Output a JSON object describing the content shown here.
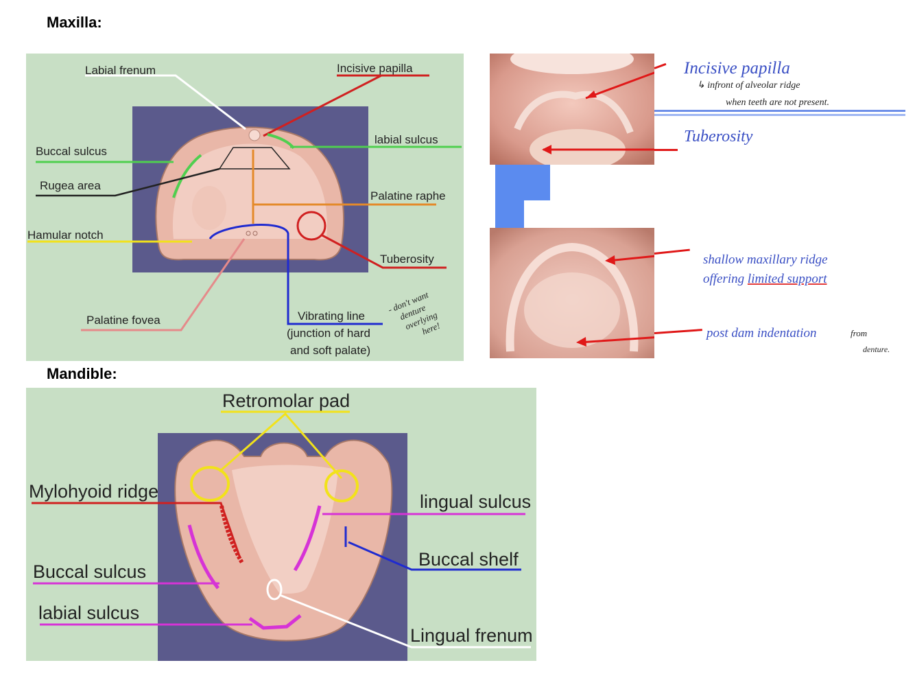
{
  "headings": {
    "maxilla": "Maxilla:",
    "mandible": "Mandible:"
  },
  "maxilla": {
    "labels": {
      "labial_frenum": "Labial frenum",
      "incisive_papilla": "Incisive papilla",
      "buccal_sulcus": "Buccal sulcus",
      "labial_sulcus": "labial  sulcus",
      "rugea_area": "Rugea area",
      "palatine_raphe": "Palatine raphe",
      "hamular_notch": "Hamular notch",
      "tuberosity": "Tuberosity",
      "palatine_fovea": "Palatine fovea",
      "vibrating_line": "Vibrating line",
      "vibrating_line_sub1": "(junction of hard",
      "vibrating_line_sub2": "and soft palate)"
    },
    "handwritten_note": [
      "- don't want",
      "denture",
      "overlying",
      "here!"
    ]
  },
  "photos": {
    "top": {
      "label_incisive": "Incisive papilla",
      "note_line1": "infront of alveolar ridge",
      "note_line2": "when teeth are not present.",
      "label_tuberosity": "Tuberosity"
    },
    "bottom": {
      "label_line1": "shallow maxillary ridge",
      "label_line2_a": "offering ",
      "label_line2_b": "limited support",
      "label_postdam": "post dam indentation",
      "note_from": "from",
      "note_denture": "denture."
    }
  },
  "mandible": {
    "labels": {
      "retromolar_pad": "Retromolar pad",
      "mylohyoid_ridge": "Mylohyoid ridge",
      "lingual_sulcus": "lingual sulcus",
      "buccal_shelf": "Buccal shelf",
      "buccal_sulcus": "Buccal sulcus",
      "labial_sulcus": "labial  sulcus",
      "lingual_frenum": "Lingual frenum"
    }
  },
  "colors": {
    "diagram_bg": "#c8dfc5",
    "tray": "#5b5a8c",
    "cast": "#e9b7a8",
    "red": "#d02020",
    "green": "#4fcf4f",
    "yellow": "#f2e21a",
    "orange": "#e48a2a",
    "blue": "#1f2bd0",
    "pink": "#e58a8a",
    "magenta": "#d633d6",
    "label_blue": "#3a4fc4"
  }
}
